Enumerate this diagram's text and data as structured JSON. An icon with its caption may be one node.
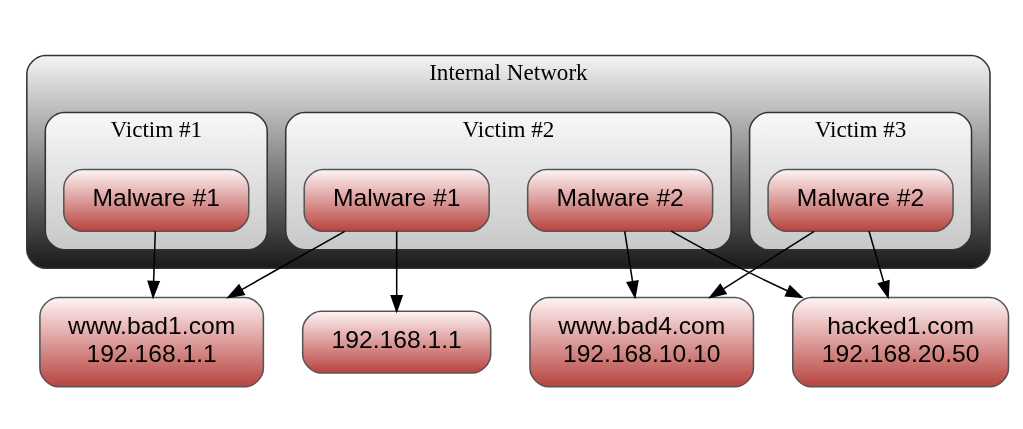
{
  "diagram": {
    "nodes": [
      {
        "text": [
          "Internal Network"
        ]
      },
      {
        "text": [
          "Victim #1"
        ],
        "in": 0
      },
      {
        "text": [
          "Malware #1"
        ],
        "in": 1
      },
      {
        "text": [
          "Victim #2"
        ],
        "in": 0
      },
      {
        "text": [
          "Malware #1"
        ],
        "in": 3
      },
      {
        "text": [
          "Malware #2"
        ],
        "in": 3
      },
      {
        "text": [
          "Victim #3"
        ],
        "in": 0
      },
      {
        "text": [
          "Malware #2"
        ],
        "in": 6
      },
      {
        "text": [
          "www.bad1.com",
          "192.168.1.1"
        ]
      },
      {
        "text": [
          "192.168.1.1"
        ]
      },
      {
        "text": [
          "www.bad4.com",
          "192.168.10.10"
        ]
      },
      {
        "text": [
          "hacked1.com",
          "192.168.20.50"
        ]
      }
    ],
    "edges": [
      {
        "from": 2,
        "to": 8,
        "arrow": "to"
      },
      {
        "from": 4,
        "to": 8,
        "arrow": "to"
      },
      {
        "from": 4,
        "to": 9,
        "arrow": "to"
      },
      {
        "from": 5,
        "to": 10,
        "arrow": "to"
      },
      {
        "from": 5,
        "to": 11,
        "arrow": "to"
      },
      {
        "from": 7,
        "to": 10,
        "arrow": "to"
      },
      {
        "from": 7,
        "to": 11,
        "arrow": "to"
      }
    ]
  }
}
